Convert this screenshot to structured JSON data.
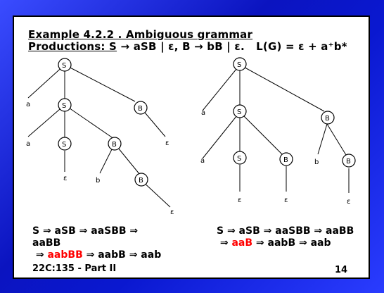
{
  "title": "Example 4.2.2 . Ambiguous grammar",
  "productions": {
    "label": "Productions: S",
    "arrow1": "→ aSB | ε,",
    "b_rule": "B → bB | ε.",
    "language": "L(G) = ε + a⁺b*"
  },
  "tree1": {
    "labels": {
      "S": "S",
      "B": "B",
      "a": "a",
      "b": "b",
      "eps": "ε"
    }
  },
  "derivation_left": {
    "line1": "S ⇒ aSB ⇒ aaSBB ⇒",
    "line2": "aaBB",
    "line3_prefix": "⇒ ",
    "line3_red": "aabBB",
    "line3_suffix": " ⇒ aabB ⇒ aab"
  },
  "derivation_right": {
    "line1": "S ⇒ aSB ⇒ aaSBB ⇒ aaBB",
    "line2_prefix": "⇒ ",
    "line2_red": "aaB",
    "line2_suffix": " ⇒ aabB ⇒ aab"
  },
  "footer": "22C:135 - Part II",
  "page_number": "14"
}
